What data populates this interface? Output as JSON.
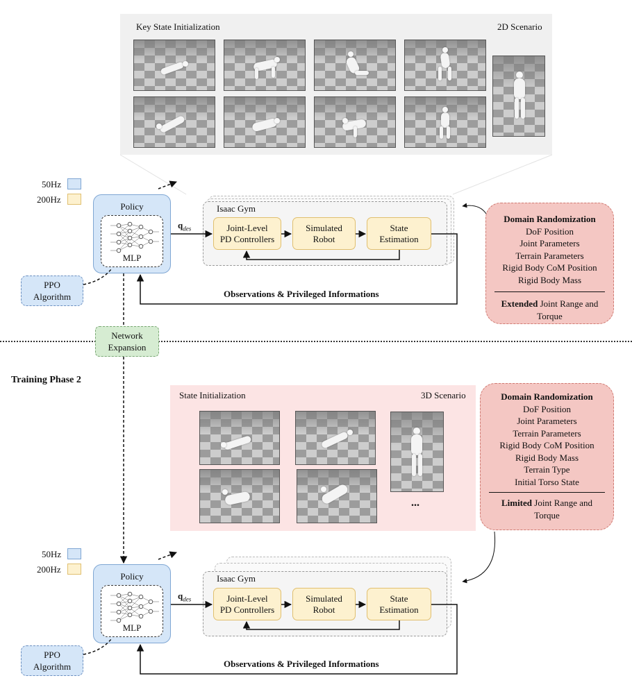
{
  "legend": {
    "fast_label": "50Hz",
    "slow_label": "200Hz",
    "fast_color": "#d5e6f8",
    "slow_color": "#fdf1cf"
  },
  "phase1": {
    "scenario_title": "Key State Initialization",
    "scenario_tag": "2D Scenario",
    "policy_title": "Policy",
    "mlp_label": "MLP",
    "ppo_label": "PPO\nAlgorithm",
    "qdes": "q",
    "qdes_sub": "des",
    "gym_title": "Isaac Gym",
    "pd_label": "Joint-Level\nPD Controllers",
    "robot_label": "Simulated\nRobot",
    "state_label": "State\nEstimation",
    "obs_label": "Observations & Privileged Informations",
    "dr_title": "Domain Randomization",
    "dr_items": [
      "DoF Position",
      "Joint Parameters",
      "Terrain Parameters",
      "Rigid Body CoM Position",
      "Rigid Body Mass"
    ],
    "dr_extra_bold": "Extended",
    "dr_extra_rest": " Joint Range and\nTorque"
  },
  "network_expansion": "Network\nExpansion",
  "phase2": {
    "heading": "Training Phase 2",
    "scenario_title": "State Initialization",
    "scenario_tag": "3D Scenario",
    "ellipsis": "...",
    "policy_title": "Policy",
    "mlp_label": "MLP",
    "ppo_label": "PPO\nAlgorithm",
    "qdes": "q",
    "qdes_sub": "des",
    "gym_title": "Isaac Gym",
    "pd_label": "Joint-Level\nPD Controllers",
    "robot_label": "Simulated\nRobot",
    "state_label": "State\nEstimation",
    "obs_label": "Observations & Privileged Informations",
    "dr_title": "Domain Randomization",
    "dr_items": [
      "DoF Position",
      "Joint Parameters",
      "Terrain Parameters",
      "Rigid Body CoM Position",
      "Rigid Body Mass",
      "Terrain Type",
      "Initial Torso State"
    ],
    "dr_extra_bold": "Limited",
    "dr_extra_rest": " Joint Range and\nTorque"
  }
}
